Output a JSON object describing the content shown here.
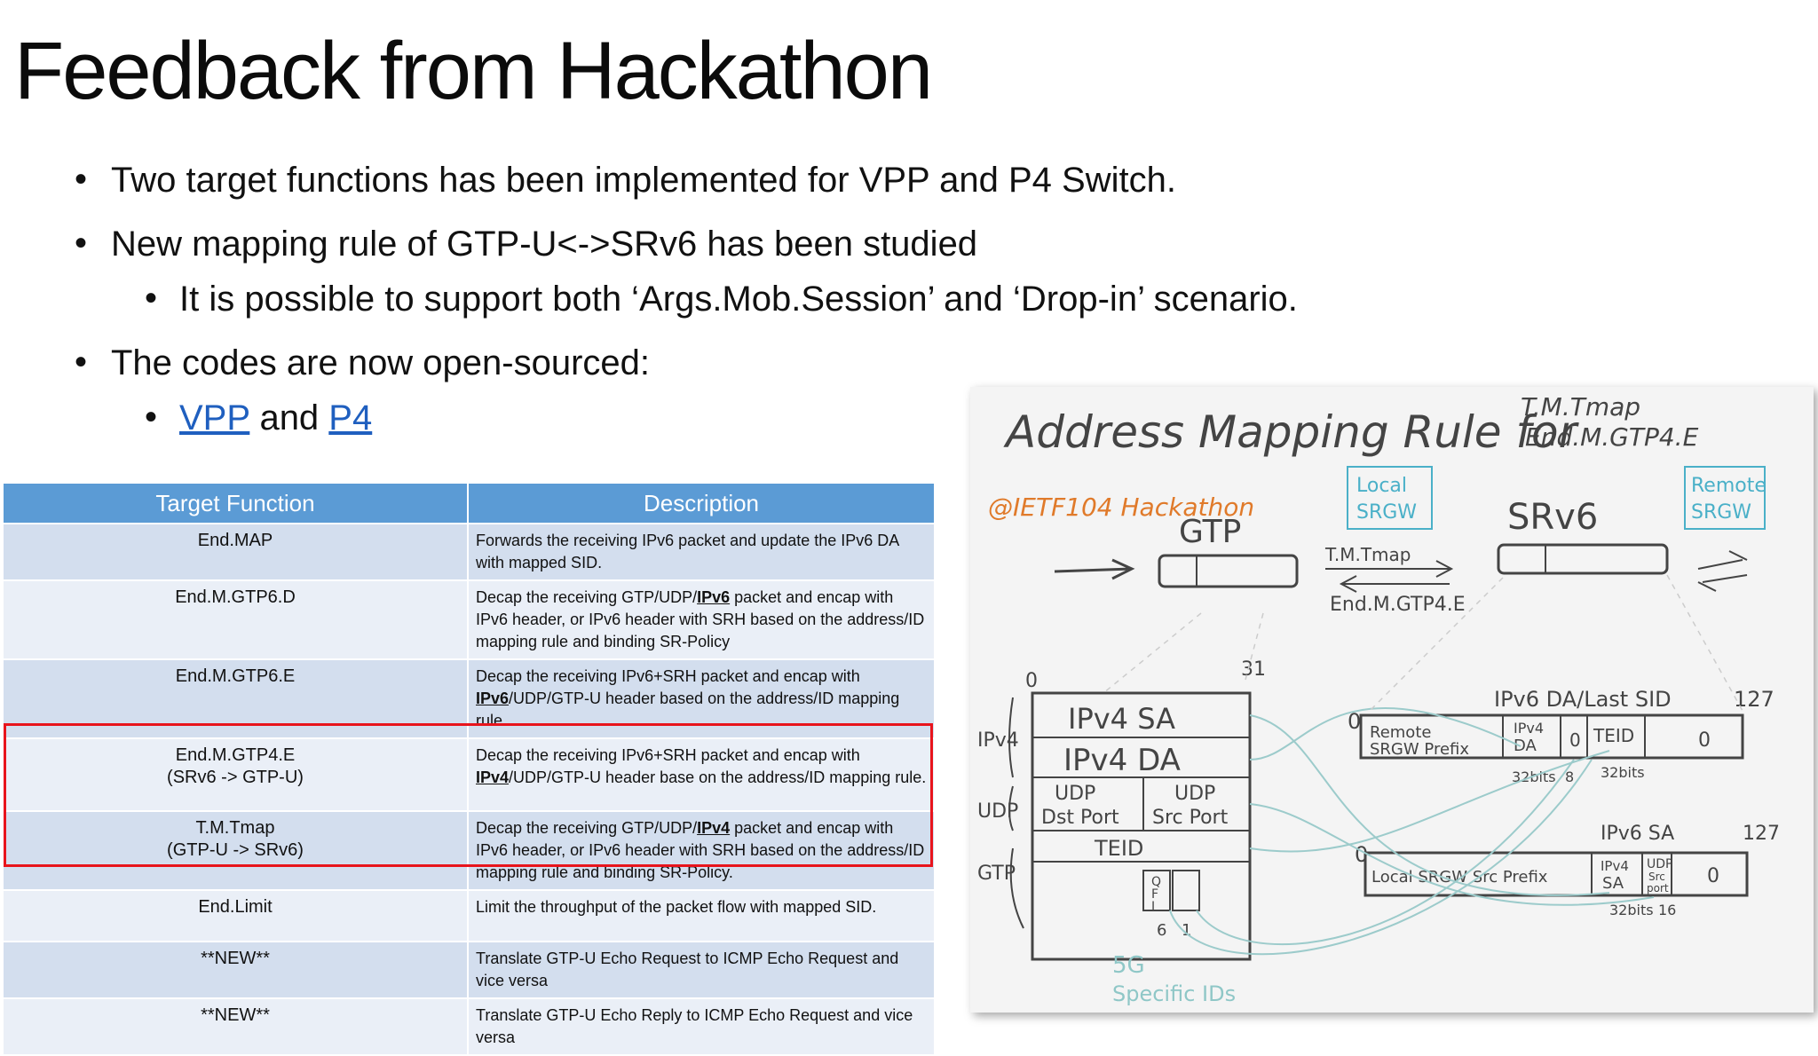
{
  "slide": {
    "title": "Feedback from Hackathon",
    "bullets": [
      "Two target functions has been implemented for VPP and P4 Switch.",
      "New mapping rule of GTP-U<->SRv6 has been studied",
      "It is possible to support both ‘Args.Mob.Session’ and ‘Drop-in’ scenario.",
      "The codes are now open-sourced:"
    ],
    "links_line": {
      "vpp": "VPP",
      "and": " and ",
      "p4": "P4"
    }
  },
  "table": {
    "headers": [
      "Target Function",
      "Description"
    ],
    "rows": [
      {
        "fn1": "End.MAP",
        "fn2": "",
        "d_pre": "Forwards the receiving IPv6 packet and update the IPv6 DA with mapped SID.",
        "d_hl": "",
        "d_post": ""
      },
      {
        "fn1": "End.M.GTP6.D",
        "fn2": "",
        "d_pre": "Decap the receiving GTP/UDP/",
        "d_hl": "IPv6",
        "d_post": " packet and encap with IPv6 header, or IPv6 header with SRH based on the address/ID mapping rule and binding SR-Policy"
      },
      {
        "fn1": "End.M.GTP6.E",
        "fn2": "",
        "d_pre": "Decap the receiving IPv6+SRH packet and encap with ",
        "d_hl": "IPv6",
        "d_post": "/UDP/GTP-U header based on the address/ID mapping rule."
      },
      {
        "fn1": "End.M.GTP4.E",
        "fn2": "(SRv6 -> GTP-U)",
        "d_pre": "Decap the receiving IPv6+SRH packet and encap with ",
        "d_hl": "IPv4",
        "d_post": "/UDP/GTP-U header base on the address/ID mapping rule."
      },
      {
        "fn1": "T.M.Tmap",
        "fn2": "(GTP-U -> SRv6)",
        "d_pre": "Decap the receiving GTP/UDP/",
        "d_hl": "IPv4",
        "d_post": " packet and encap with IPv6 header, or IPv6 header with SRH based on the address/ID mapping rule and binding SR-Policy."
      },
      {
        "fn1": "End.Limit",
        "fn2": "",
        "d_pre": "Limit the throughput of the packet flow with mapped SID.",
        "d_hl": "",
        "d_post": ""
      },
      {
        "fn1": "**NEW**",
        "fn2": "",
        "d_pre": "Translate GTP-U Echo Request to ICMP Echo Request and vice versa",
        "d_hl": "",
        "d_post": ""
      },
      {
        "fn1": "**NEW**",
        "fn2": "",
        "d_pre": "Translate GTP-U Echo Reply to ICMP Echo Request and vice versa",
        "d_hl": "",
        "d_post": ""
      }
    ]
  },
  "whiteboard": {
    "heading": "Address Mapping Rule for",
    "heading_right_1": "T.M.Tmap",
    "heading_right_2": "End.M.GTP4.E",
    "hackathon": "@IETF104 Hackathon",
    "local_sgw": [
      "Local",
      "SRGW"
    ],
    "remote_sgw": [
      "Remote",
      "SRGW"
    ],
    "gtp": "GTP",
    "srv6": "SRv6",
    "tmtmap": "T.M.Tmap",
    "endm": "End.M.GTP4.E",
    "ipv4_sa": "IPv4 SA",
    "ipv4_da": "IPv4 DA",
    "udp_dst": [
      "UDP",
      "Dst Port"
    ],
    "udp_src": [
      "UDP",
      "Src Port"
    ],
    "teid": "TEID",
    "lbl_ipv4": "IPv4",
    "lbl_udp": "UDP",
    "lbl_gtp": "GTP",
    "n0": "0",
    "n31": "31",
    "n127": "127",
    "ipv6_da": "IPv6 DA/Last SID",
    "remote_prefix": [
      "Remote",
      "SRGW Prefix"
    ],
    "da_cell": [
      "IPv4",
      "DA"
    ],
    "teid_cell": "TEID",
    "zero": "0",
    "bits32": "32bits",
    "eight": "8",
    "ipv6_sa": "IPv6 SA",
    "local_prefix": "Local SRGW Src Prefix",
    "sa_cell": [
      "IPv4",
      "SA"
    ],
    "udp_cell": [
      "UDP",
      "Src",
      "port"
    ],
    "bits16": "16",
    "qfi": [
      "Q",
      "F",
      "I"
    ],
    "qfi_nums": [
      "6",
      "1"
    ],
    "fiveg": [
      "5G",
      "Specific IDs"
    ]
  }
}
